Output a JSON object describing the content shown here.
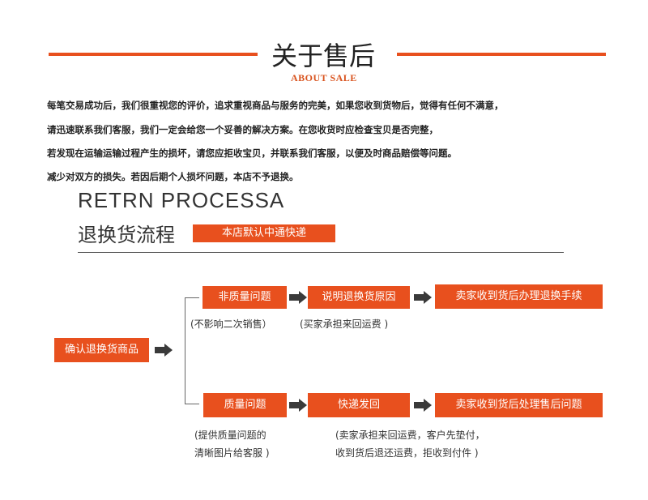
{
  "header": {
    "title_cn": "关于售后",
    "title_en": "ABOUT SALE"
  },
  "intro": {
    "lines": [
      "每笔交易成功后，我们很重视您的评价，追求重视商品与服务的完美，如果您收到货物后，觉得有任何不满意，",
      "请迅速联系我们客服，我们一定会给您一个妥善的解决方案。在您收货时应检查宝贝是否完整，",
      "若发现在运输运输过程产生的损坏，请您应拒收宝贝，并联系我们客服，以便及时商品赔偿等问题。",
      "减少对双方的损失。若因后期个人损坏问题，本店不予退换。"
    ]
  },
  "process": {
    "heading_en": "RETRN PROCESSA",
    "heading_cn": "退换货流程",
    "badge": "本店默认中通快递"
  },
  "flow": {
    "start": "确认退换货商品",
    "top_row": {
      "step1": "非质量问题",
      "step2": "说明退换货原因",
      "step3": "卖家收到货后办理退换手续",
      "note1": "(不影响二次销售）",
      "note2": "(买家承担来回运费 )"
    },
    "bottom_row": {
      "step1": "质量问题",
      "step2": "快递发回",
      "step3": "卖家收到货后处理售后问题",
      "note1_line1": "(提供质量问题的",
      "note1_line2": "清晰图片给客服 )",
      "note2_line1": "(卖家承担来回运费，客户先垫付，",
      "note2_line2": "收到货后退还运费，拒收到付件 )"
    }
  },
  "colors": {
    "accent": "#e8501e",
    "arrow": "#3a3a3a"
  }
}
